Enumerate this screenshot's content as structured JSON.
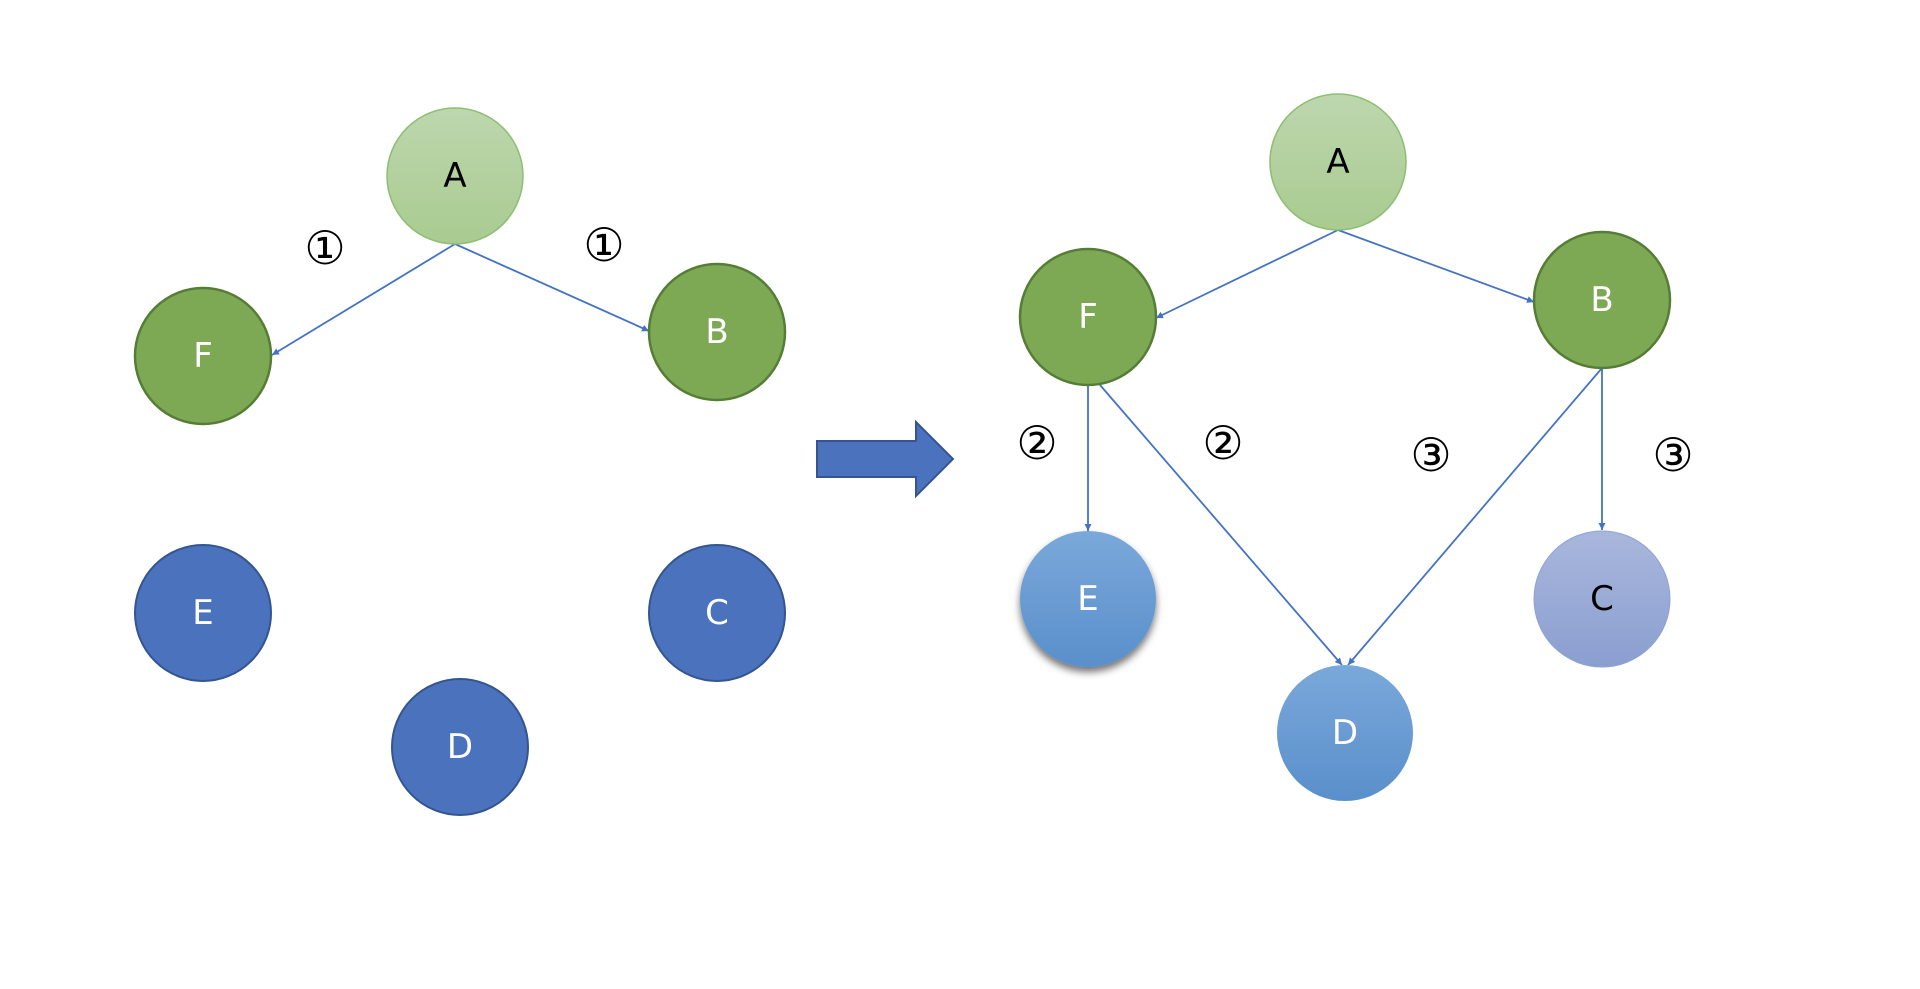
{
  "title": "Graph traversal step illustration",
  "colors": {
    "root_fill_top": "#BDD7AE",
    "root_fill_bottom": "#A9CB90",
    "root_stroke": "#8DBE72",
    "visited_fill": "#7DA955",
    "visited_stroke": "#567D36",
    "unvisited_fill": "#4A72BD",
    "unvisited_stroke": "#34558F",
    "lightblue_top": "#7AA8DA",
    "lightblue_bottom": "#5A8FCB",
    "lavender_top": "#A9B7DC",
    "lavender_bottom": "#8A9ED0",
    "edge": "#4472C4",
    "big_arrow_fill": "#4A72BD",
    "big_arrow_stroke": "#34558F"
  },
  "before": {
    "name": "initial-graph",
    "nodes": [
      {
        "id": "A",
        "label": "A",
        "style": "root",
        "text_color": "#000000"
      },
      {
        "id": "F",
        "label": "F",
        "style": "visited",
        "text_color": "#ffffff"
      },
      {
        "id": "B",
        "label": "B",
        "style": "visited",
        "text_color": "#ffffff"
      },
      {
        "id": "E",
        "label": "E",
        "style": "unvisited",
        "text_color": "#ffffff"
      },
      {
        "id": "C",
        "label": "C",
        "style": "unvisited",
        "text_color": "#ffffff"
      },
      {
        "id": "D",
        "label": "D",
        "style": "unvisited",
        "text_color": "#ffffff"
      }
    ],
    "edges": [
      {
        "from": "A",
        "to": "F"
      },
      {
        "from": "A",
        "to": "B"
      }
    ],
    "step_labels": [
      {
        "text": "①",
        "near_edge": "A-F"
      },
      {
        "text": "①",
        "near_edge": "A-B"
      }
    ]
  },
  "transition_arrow": {
    "name": "big-right-arrow",
    "direction": "right"
  },
  "after": {
    "name": "traversed-graph",
    "nodes": [
      {
        "id": "A",
        "label": "A",
        "style": "root",
        "text_color": "#000000"
      },
      {
        "id": "F",
        "label": "F",
        "style": "visited",
        "text_color": "#ffffff"
      },
      {
        "id": "B",
        "label": "B",
        "style": "visited",
        "text_color": "#ffffff"
      },
      {
        "id": "E",
        "label": "E",
        "style": "lightblue-shadow",
        "text_color": "#ffffff"
      },
      {
        "id": "D",
        "label": "D",
        "style": "lightblue",
        "text_color": "#ffffff"
      },
      {
        "id": "C",
        "label": "C",
        "style": "lavender",
        "text_color": "#000000"
      }
    ],
    "edges": [
      {
        "from": "A",
        "to": "F"
      },
      {
        "from": "A",
        "to": "B"
      },
      {
        "from": "F",
        "to": "E"
      },
      {
        "from": "F",
        "to": "D"
      },
      {
        "from": "B",
        "to": "D"
      },
      {
        "from": "B",
        "to": "C"
      }
    ],
    "step_labels": [
      {
        "text": "②",
        "near_edge": "F-E"
      },
      {
        "text": "②",
        "near_edge": "F-D"
      },
      {
        "text": "③",
        "near_edge": "B-D"
      },
      {
        "text": "③",
        "near_edge": "B-C"
      }
    ]
  }
}
